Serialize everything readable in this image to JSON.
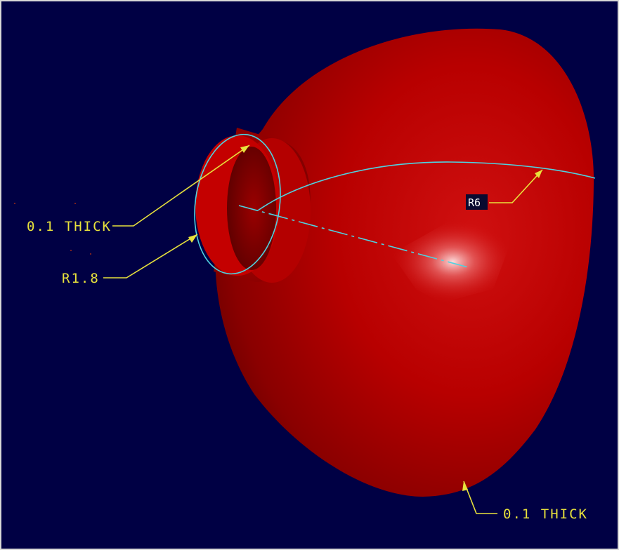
{
  "model": {
    "body_color": "#c00000",
    "background_color": "#000044",
    "reference_color": "#4fd2e0",
    "dimension_color": "#e8e23c"
  },
  "dimensions": {
    "upper_thickness": "0.1 THICK",
    "ring_radius": "R1.8",
    "shell_radius": "R6",
    "lower_thickness": "0.1 THICK"
  }
}
